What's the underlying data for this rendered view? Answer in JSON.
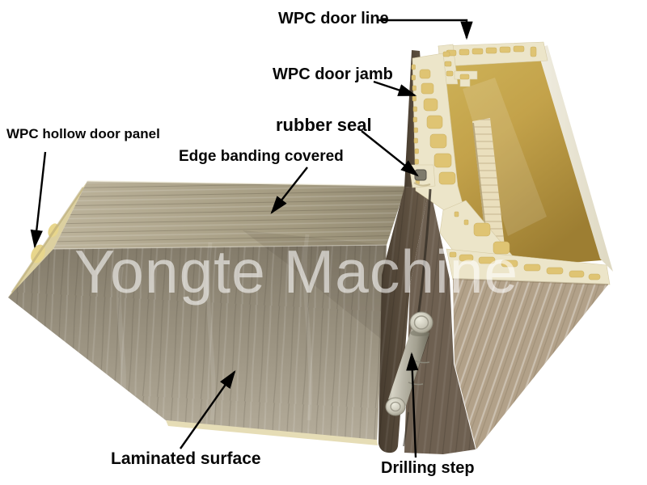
{
  "watermark": {
    "text": "Yongte Machine",
    "color": "#FFFFFF"
  },
  "labels": {
    "door_line": "WPC door line",
    "door_jamb": "WPC door jamb",
    "rubber_seal": "rubber seal",
    "hollow_panel": "WPC hollow door panel",
    "edge_banding": "Edge banding covered",
    "laminated_surface": "Laminated surface",
    "drilling_step": "Drilling step"
  },
  "colors": {
    "background": "#FFFFFF",
    "frame_cream": "#ECE5C9",
    "chamber_yellow": "#DFC473",
    "interior_gold": "#C2A24C",
    "door_face_gray": "#9C9483",
    "edge_banding_tan": "#A89F85",
    "door_edge_brown": "#5E5142",
    "door_right_brown": "#6E6051",
    "frame_wedge_tan": "#B2A189",
    "hinge_metal": "#B7B4A6",
    "wood_strip": "#EADFBD",
    "rubber_seal_gray": "#7D7A6C",
    "panel_core_cream": "#DCD0A0",
    "panel_bottom_strip": "#E6DDB6",
    "annotation_black": "#000000"
  }
}
